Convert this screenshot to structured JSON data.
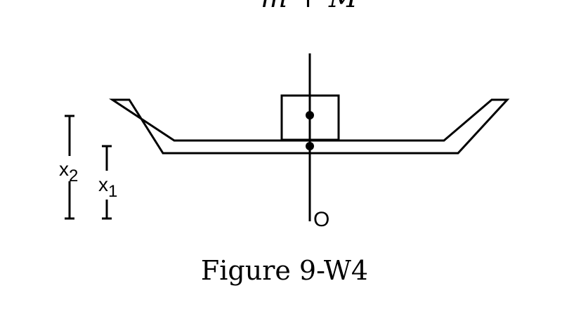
{
  "top_fragment": "m + M",
  "labels": {
    "x2_base": "x",
    "x2_sub": "2",
    "x1_base": "x",
    "x1_sub": "1",
    "origin": "O"
  },
  "caption": "Figure 9-W4"
}
